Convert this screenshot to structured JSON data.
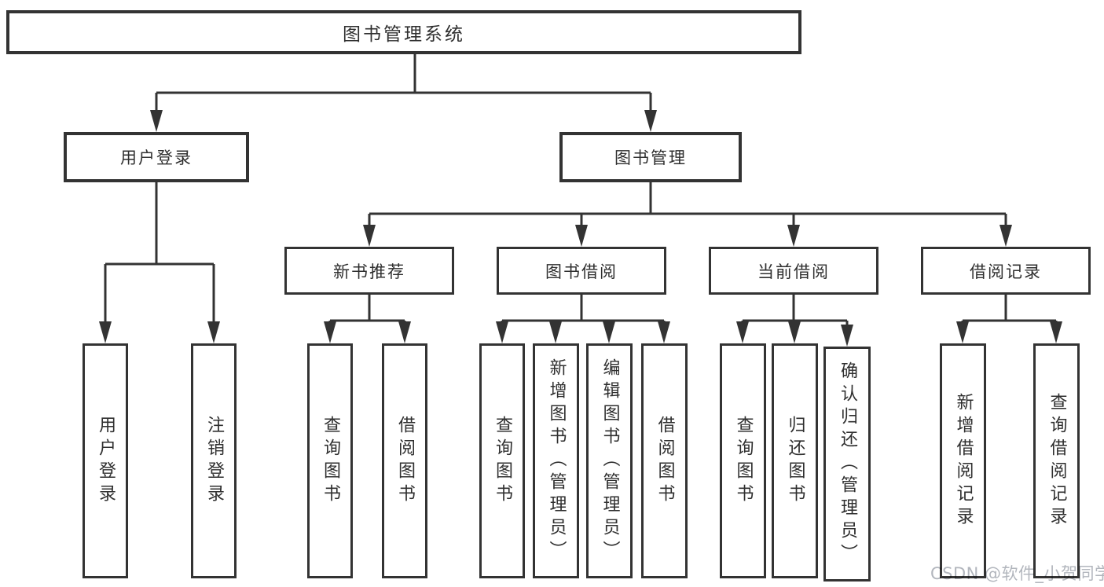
{
  "diagram_title": "图书管理系统",
  "nodes": {
    "root": "图书管理系统",
    "user_login": "用户登录",
    "book_management": "图书管理",
    "new_book_recommend": "新书推荐",
    "book_borrow": "图书借阅",
    "current_borrow": "当前借阅",
    "borrow_records": "借阅记录",
    "leaf_user_login": "用户登录",
    "leaf_logout": "注销登录",
    "leaf_rec_query_book": "查询图书",
    "leaf_rec_borrow_book": "借阅图书",
    "leaf_bor_query_book": "查询图书",
    "leaf_bor_add_book_admin": "新增图书（管理员）",
    "leaf_bor_edit_book_admin": "编辑图书（管理员）",
    "leaf_bor_borrow_book": "借阅图书",
    "leaf_cur_query_book": "查询图书",
    "leaf_cur_return_book": "归还图书",
    "leaf_cur_confirm_return_admin": "确认归还（管理员）",
    "leaf_add_borrow_record": "新增借阅记录",
    "leaf_query_borrow_record": "查询借阅记录"
  },
  "watermark": "CSDN @软件_小贺同学",
  "colors": {
    "line": "#333333",
    "box_border": "#333333",
    "text": "#2f2f2f",
    "background": "#ffffff",
    "watermark": "#b2b6bd"
  }
}
